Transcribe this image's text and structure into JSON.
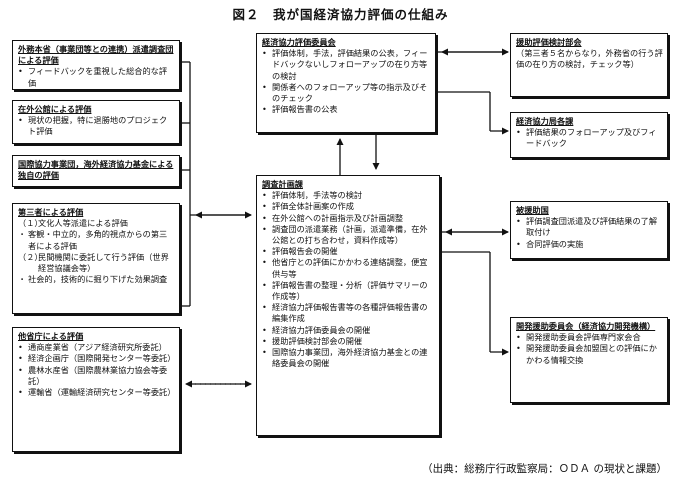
{
  "title": "図２　我が国経済協力評価の仕組み",
  "source": "（出典：総務庁行政監察局：ＯＤＡ の現状と課題）",
  "boxes": {
    "gaimu": {
      "title": "外務本省（事業団等との連携）派遣調査団による評価",
      "items": [
        "フィードバックを重視した総合的な評価"
      ]
    },
    "zaigai": {
      "title": "在外公館による評価",
      "items": [
        "現状の把握，特に退勝地のプロジェクト評価"
      ]
    },
    "kokusai": {
      "title": "国際協力事業団，海外経済協力基金による独自の評価",
      "items": []
    },
    "daisansha": {
      "title": "第三者による評価",
      "lines": [
        {
          "mark": "（１）",
          "text": "文化人等派遣による評価"
        },
        {
          "mark": "・",
          "text": "客観・中立的，多角的視点からの第三者による評価"
        },
        {
          "mark": "（２）",
          "text": "民間機関に委託して行う評価（世界経営協議会等）"
        },
        {
          "mark": "・",
          "text": "社会的，技術的に掘り下げた効果調査"
        }
      ]
    },
    "tashocho": {
      "title": "他省庁による評価",
      "items": [
        "通商産業省（アジア経済研究所委託）",
        "経済企画庁（国際開発センター等委託）",
        "農林水産省（国際農林業協力協会等委託）",
        "運輸省（運輸経済研究センター等委託）"
      ]
    },
    "iinkai": {
      "title": "経済協力評価委員会",
      "items": [
        "評価体制，手法，評価結果の公表，フィードバックないしフォローアップの在り方等の検討",
        "関係者へのフォローアップ等の指示及びそのチェック",
        "評価報告書の公表"
      ]
    },
    "kentokai": {
      "title": "援助評価検討部会",
      "lines": [
        "（第三者５名からなり，外務省の行う評価の在り方の検討，チェック等）"
      ]
    },
    "kyokukaku": {
      "title": "経済協力局各課",
      "items": [
        "評価結果のフォローアップ及びフィードバック"
      ]
    },
    "chosa": {
      "title": "調査計画課",
      "items": [
        "評価体制，手法等の検討",
        "評価全体計画案の作成",
        "在外公館への計画指示及び計画調整",
        "調査団の派遣業務（計画，派遣準備，在外公館との打ち合わせ，資料作成等）",
        "評価報告会の開催",
        "他省庁との評価にかかわる連絡調整，便宜供与等",
        "評価報告書の整理・分析（評価サマリーの作成等）",
        "経済協力評価報告書等の各種評価報告書の編集作成",
        "経済協力評価委員会の開催",
        "援助評価検討部会の開催",
        "国際協力事業団，海外経済協力基金との連絡委員会の開催"
      ]
    },
    "hienjo": {
      "title": "被援助国",
      "items": [
        "評価調査団派遣及び評価結果の了解取付け",
        "合同評価の実施"
      ]
    },
    "kaihatsu": {
      "title": "開発援助委員会（経済協力開発機構）",
      "items": [
        "開発援助委員会評価専門家会合",
        "開発援助委員会加盟国との評価にかかわる情報交換"
      ]
    }
  }
}
